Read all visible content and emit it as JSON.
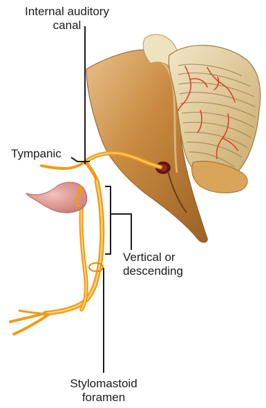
{
  "labels": {
    "internal_auditory_canal": {
      "line1": "Internal auditory",
      "line2": "canal"
    },
    "tympanic": "Tympanic",
    "vertical_or_descending": {
      "line1": "Vertical or",
      "line2": "descending"
    },
    "stylomastoid_foramen": {
      "line1": "Stylomastoid",
      "line2": "foramen"
    }
  },
  "colors": {
    "nerve": "#f6a823",
    "nerve_highlight": "#fcd27a",
    "bone": "#c98c43",
    "bone_light": "#e4b676",
    "ganglion": "#dc8f8b",
    "cochlea": "#e6d6a8",
    "vessel": "#d8412a",
    "leader_line": "#1a1a1a"
  }
}
